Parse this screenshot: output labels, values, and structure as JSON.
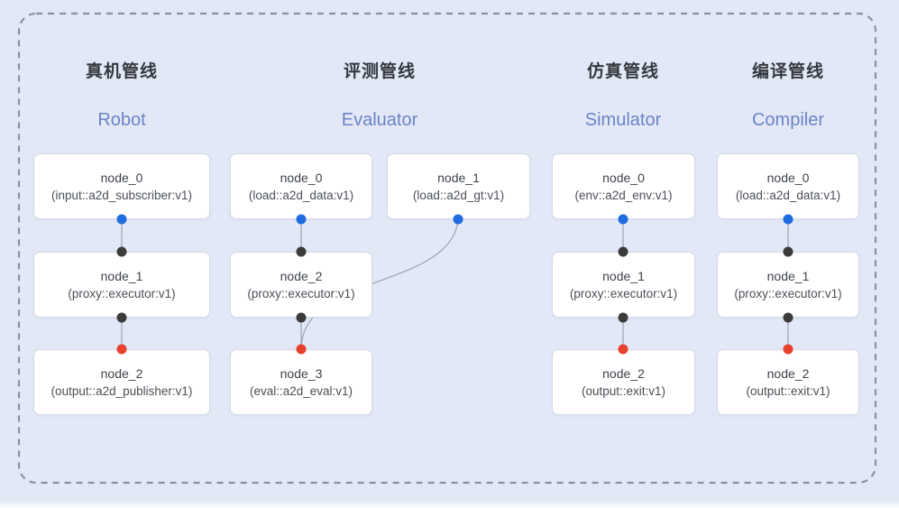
{
  "diagram": {
    "description_colors": {
      "background": "#e3e8f6",
      "dashed_border": "#8b919c",
      "card_background": "#ffffff",
      "card_border": "#d5dae4",
      "edge_line": "#9aa4b4",
      "title_zh_color": "#343940",
      "title_en_color": "#6a84c9",
      "port_output_blue": "#1f6ce1",
      "port_input_black": "#3b3b3b",
      "port_terminal_red": "#e8402e"
    },
    "pipelines": [
      {
        "title_zh": "真机管线",
        "title_en": "Robot",
        "nodes": [
          {
            "name": "node_0",
            "impl": "(input::a2d_subscriber:v1)"
          },
          {
            "name": "node_1",
            "impl": "(proxy::executor:v1)"
          },
          {
            "name": "node_2",
            "impl": "(output::a2d_publisher:v1)"
          }
        ]
      },
      {
        "title_zh": "评测管线",
        "title_en": "Evaluator",
        "nodes": [
          {
            "name": "node_0",
            "impl": "(load::a2d_data:v1)"
          },
          {
            "name": "node_1",
            "impl": "(load::a2d_gt:v1)"
          },
          {
            "name": "node_2",
            "impl": "(proxy::executor:v1)"
          },
          {
            "name": "node_3",
            "impl": "(eval::a2d_eval:v1)"
          }
        ]
      },
      {
        "title_zh": "仿真管线",
        "title_en": "Simulator",
        "nodes": [
          {
            "name": "node_0",
            "impl": "(env::a2d_env:v1)"
          },
          {
            "name": "node_1",
            "impl": "(proxy::executor:v1)"
          },
          {
            "name": "node_2",
            "impl": "(output::exit:v1)"
          }
        ]
      },
      {
        "title_zh": "编译管线",
        "title_en": "Compiler",
        "nodes": [
          {
            "name": "node_0",
            "impl": "(load::a2d_data:v1)"
          },
          {
            "name": "node_1",
            "impl": "(proxy::executor:v1)"
          },
          {
            "name": "node_2",
            "impl": "(output::exit:v1)"
          }
        ]
      }
    ]
  }
}
